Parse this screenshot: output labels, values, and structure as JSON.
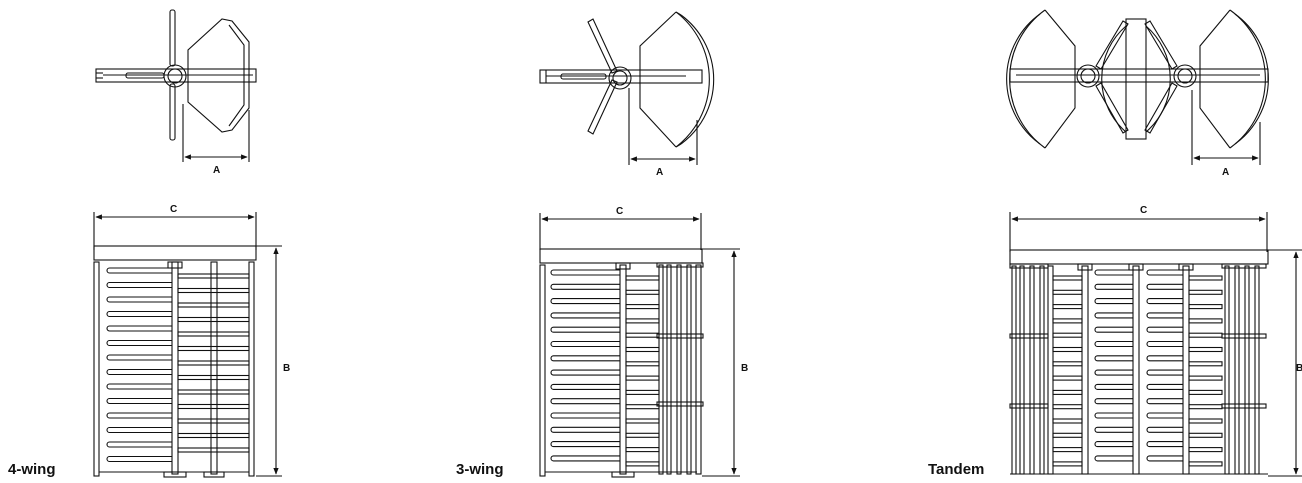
{
  "panels": [
    {
      "caption": "4-wing",
      "dim_a": "A",
      "dim_b": "B",
      "dim_c": "C"
    },
    {
      "caption": "3-wing",
      "dim_a": "A",
      "dim_b": "B",
      "dim_c": "C"
    },
    {
      "caption": "Tandem",
      "dim_a": "A",
      "dim_b": "B",
      "dim_c": "C"
    }
  ],
  "colors": {
    "line": "#111111",
    "background": "#ffffff"
  }
}
